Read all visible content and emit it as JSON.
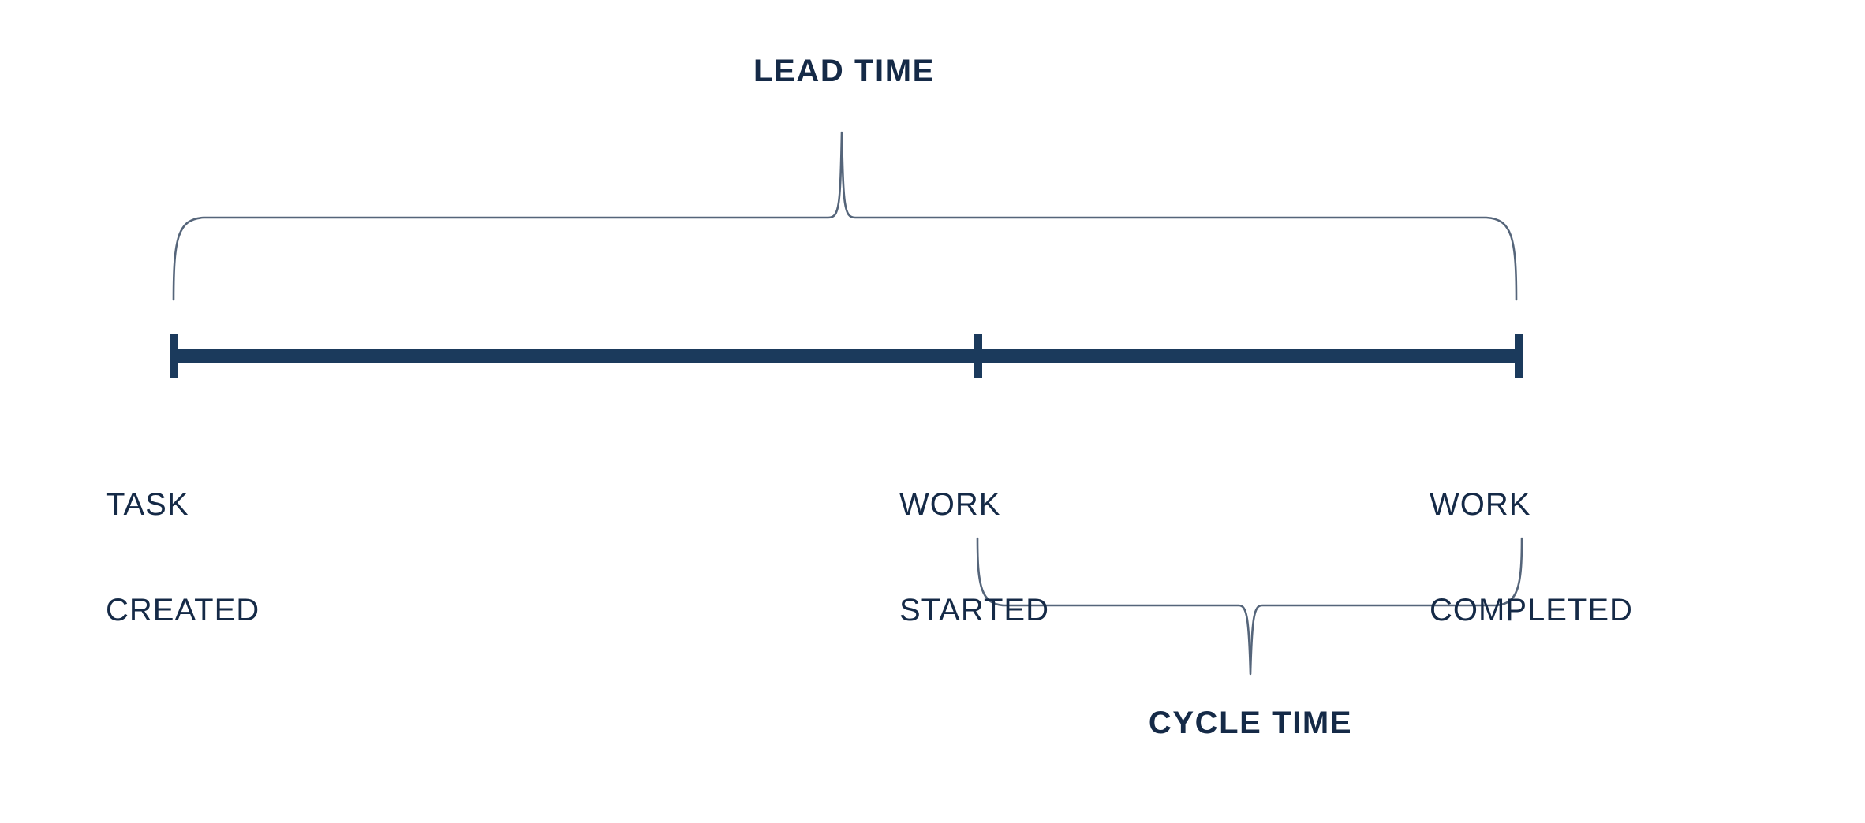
{
  "diagram": {
    "title_top": "LEAD TIME",
    "title_bottom": "CYCLE TIME",
    "background_color": "#ffffff",
    "timeline_color": "#1b3a5c",
    "text_color": "#152a47",
    "brace_color": "#4a5a6e",
    "milestones": [
      {
        "id": "task-created",
        "line1": "TASK",
        "line2": "CREATED"
      },
      {
        "id": "work-started",
        "line1": "WORK",
        "line2": "STARTED"
      },
      {
        "id": "work-completed",
        "line1": "WORK",
        "line2": "COMPLETED"
      }
    ],
    "spans": [
      {
        "id": "lead-time",
        "label": "LEAD TIME",
        "from": "TASK CREATED",
        "to": "WORK COMPLETED",
        "position": "above"
      },
      {
        "id": "cycle-time",
        "label": "CYCLE TIME",
        "from": "WORK STARTED",
        "to": "WORK COMPLETED",
        "position": "below"
      }
    ]
  }
}
